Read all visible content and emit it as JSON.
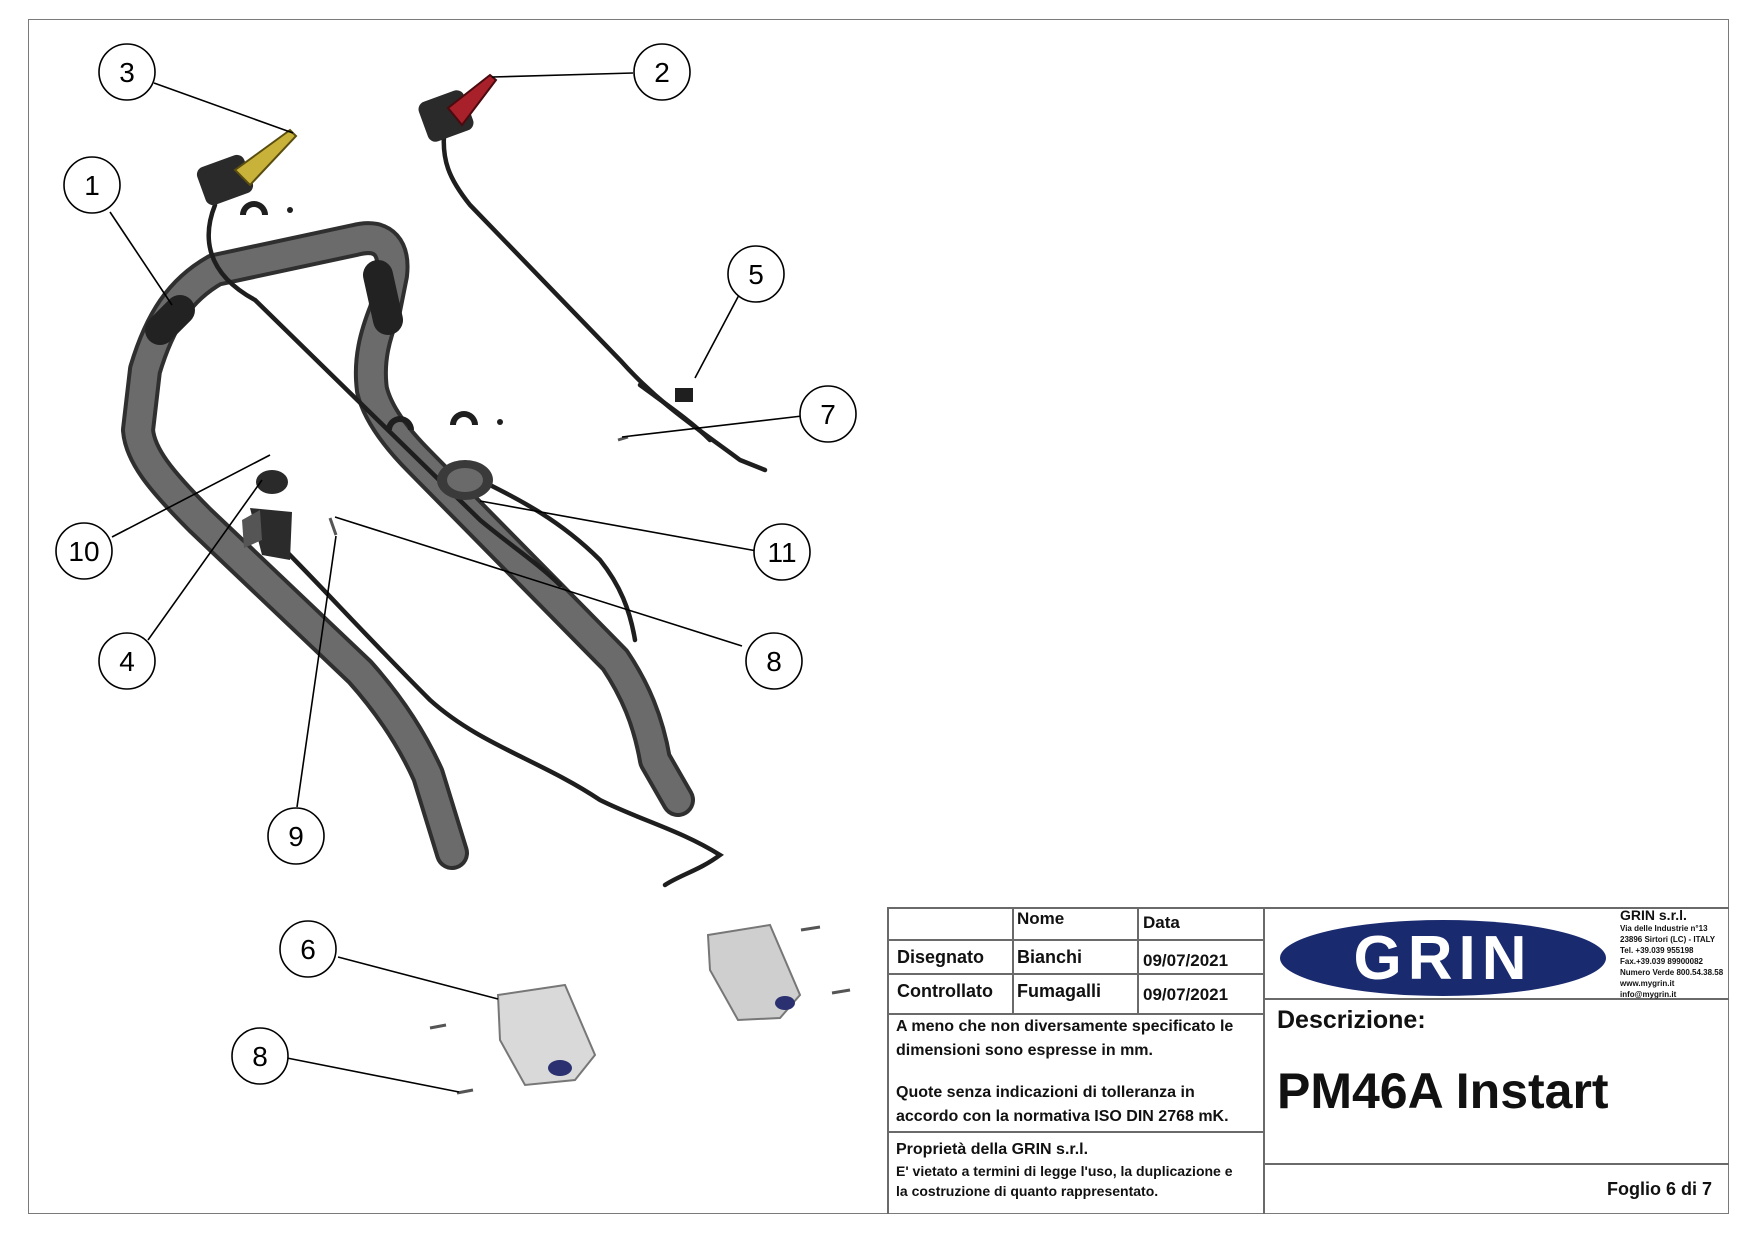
{
  "drawing": {
    "callouts": [
      "1",
      "2",
      "3",
      "4",
      "5",
      "6",
      "7",
      "8",
      "9",
      "10",
      "11",
      "8"
    ]
  },
  "title_block": {
    "col_name_header": "Nome",
    "col_date_header": "Data",
    "rows": [
      {
        "role": "Disegnato",
        "name": "Bianchi",
        "date": "09/07/2021"
      },
      {
        "role": "Controllato",
        "name": "Fumagalli",
        "date": "09/07/2021"
      }
    ],
    "note1_line1": "A meno che non diversamente specificato le",
    "note1_line2": "dimensioni sono espresse in mm.",
    "note2_line1": "Quote senza indicazioni di tolleranza in",
    "note2_line2": "accordo con la normativa ISO DIN 2768 mK.",
    "property_line1": "Proprietà della GRIN s.r.l.",
    "property_line2": "E' vietato a termini di legge l'uso, la duplicazione e",
    "property_line3": "la costruzione di quanto rappresentato.",
    "logo_text": "GRIN",
    "company": {
      "name": "GRIN s.r.l.",
      "address1": "Via delle Industrie n°13",
      "address2": "23896 Sirtori (LC) - ITALY",
      "tel": "Tel. +39.039 955198",
      "fax": "Fax.+39.039 89900082",
      "green_number": "Numero Verde 800.54.38.58",
      "web": "www.mygrin.it",
      "email": "info@mygrin.it"
    },
    "description_label": "Descrizione:",
    "description_value": "PM46A Instart",
    "sheet": "Foglio 6 di 7"
  },
  "colors": {
    "logo_blue": "#1a2a6e",
    "lever_yellow": "#c9b23a",
    "lever_red": "#a8202a",
    "part_dark": "#2a2a2a",
    "part_gray": "#5d5d5d",
    "border_gray": "#7a7a7a"
  }
}
